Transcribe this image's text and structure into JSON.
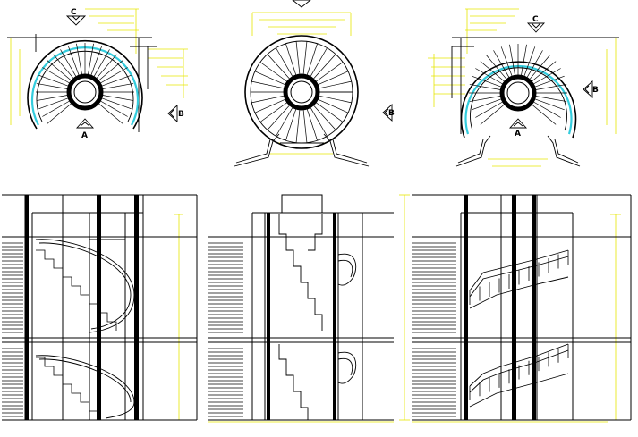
{
  "colors": {
    "background": "#ffffff",
    "linework": "#000000",
    "dimension_lines": "#e6e600",
    "handrail_highlight": "#33ccdd"
  },
  "plan_views": [
    {
      "markers": [
        {
          "letter": "C",
          "icon": "section-arrow-down-icon"
        },
        {
          "letter": "B",
          "icon": "section-arrow-left-icon"
        },
        {
          "letter": "A",
          "icon": "section-arrow-up-icon"
        }
      ],
      "handrail_highlight": true
    },
    {
      "markers": [
        {
          "letter": "B",
          "icon": "section-arrow-left-icon"
        }
      ],
      "handrail_highlight": false
    },
    {
      "markers": [
        {
          "letter": "C",
          "icon": "section-arrow-down-icon"
        },
        {
          "letter": "B",
          "icon": "section-arrow-left-icon"
        },
        {
          "letter": "A",
          "icon": "section-arrow-up-icon"
        }
      ],
      "handrail_highlight": true
    }
  ],
  "elevation_views": [
    {
      "view": "section-a"
    },
    {
      "view": "section-b"
    },
    {
      "view": "section-c"
    }
  ]
}
